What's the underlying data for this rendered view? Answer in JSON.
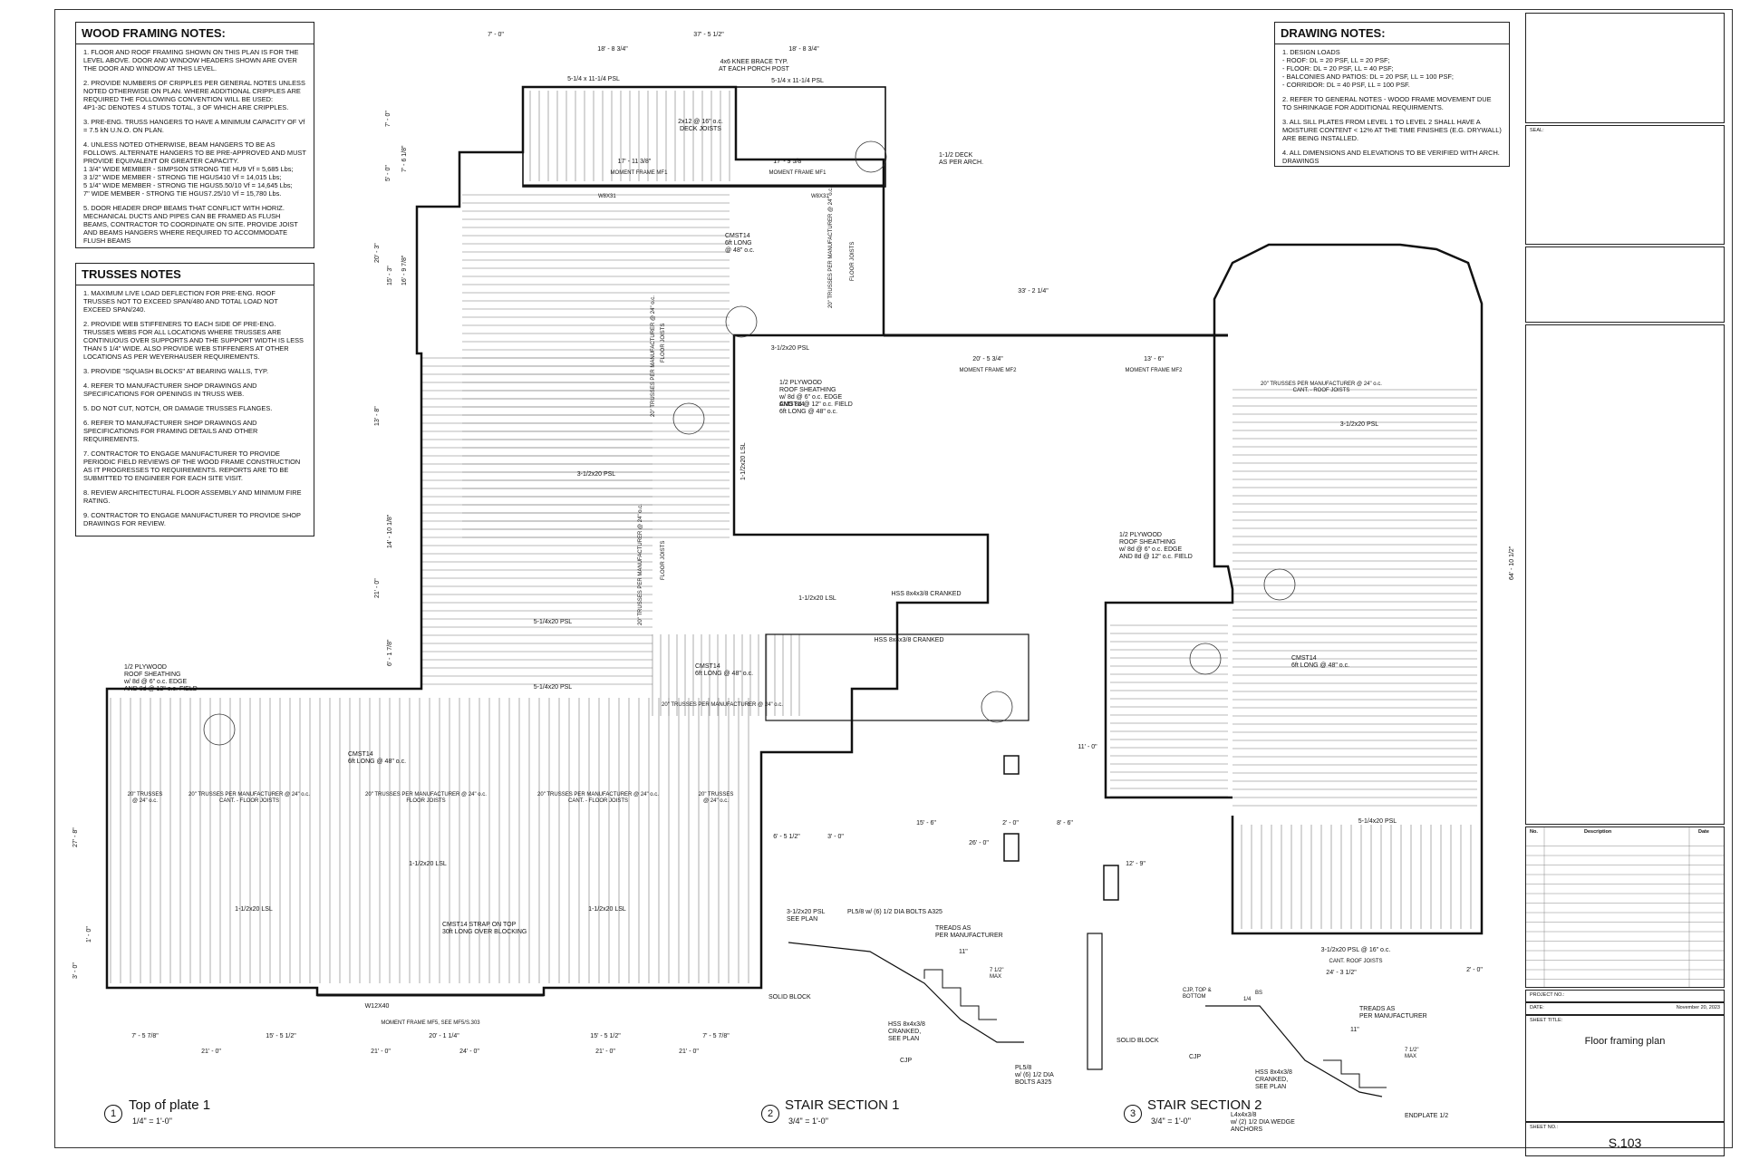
{
  "wood_framing_notes": {
    "title": "WOOD FRAMING NOTES:",
    "items": [
      "1. FLOOR AND ROOF FRAMING SHOWN ON THIS PLAN IS FOR THE LEVEL ABOVE. DOOR AND WINDOW HEADERS SHOWN ARE OVER THE DOOR AND WINDOW AT THIS LEVEL.",
      "2. PROVIDE NUMBERS OF CRIPPLES PER GENERAL NOTES UNLESS NOTED OTHERWISE ON PLAN. WHERE ADDITIONAL CRIPPLES ARE REQUIRED THE FOLLOWING CONVENTION WILL BE USED:\n4P1-3C DENOTES 4 STUDS TOTAL, 3 OF WHICH ARE CRIPPLES.",
      "3. PRE-ENG. TRUSS HANGERS TO HAVE A MINIMUM CAPACITY OF Vf = 7.5 kN U.N.O. ON PLAN.",
      "4. UNLESS NOTED OTHERWISE, BEAM HANGERS TO BE AS FOLLOWS. ALTERNATE HANGERS TO BE PRE-APPROVED AND MUST PROVIDE EQUIVALENT OR GREATER CAPACITY.\n1 3/4\" WIDE MEMBER - SIMPSON STRONG TIE HU9 Vf = 5,685 Lbs;\n3 1/2\" WIDE MEMBER - STRONG TIE HGUS410 Vf = 14,015 Lbs;\n5 1/4\" WIDE MEMBER - STRONG TIE HGUS5.50/10 Vf = 14,645 Lbs;\n7\" WIDE MEMBER - STRONG TIE HGUS7.25/10 Vf = 15,780 Lbs.",
      "5. DOOR HEADER DROP BEAMS THAT CONFLICT WITH HORIZ. MECHANICAL DUCTS AND PIPES CAN BE FRAMED AS FLUSH BEAMS, CONTRACTOR TO COORDINATE ON SITE. PROVIDE JOIST AND BEAMS HANGERS WHERE REQUIRED TO ACCOMMODATE FLUSH BEAMS"
    ]
  },
  "trusses_notes": {
    "title": "TRUSSES NOTES",
    "items": [
      "1. MAXIMUM LIVE LOAD DEFLECTION FOR PRE-ENG. ROOF TRUSSES NOT TO EXCEED SPAN/480 AND TOTAL LOAD NOT EXCEED SPAN/240.",
      "2. PROVIDE WEB STIFFENERS TO EACH SIDE OF PRE-ENG. TRUSSES WEBS FOR ALL LOCATIONS WHERE TRUSSES ARE CONTINUOUS OVER SUPPORTS AND THE SUPPORT WIDTH IS LESS THAN 5 1/4\" WIDE. ALSO PROVIDE WEB STIFFENERS AT OTHER LOCATIONS AS PER WEYERHAUSER REQUIREMENTS.",
      "3. PROVIDE \"SQUASH BLOCKS\" AT BEARING WALLS, TYP.",
      "4. REFER TO MANUFACTURER SHOP DRAWINGS AND SPECIFICATIONS FOR OPENINGS IN TRUSS WEB.",
      "5. DO NOT CUT, NOTCH, OR DAMAGE TRUSSES FLANGES.",
      "6. REFER TO MANUFACTURER SHOP DRAWINGS AND SPECIFICATIONS FOR FRAMING DETAILS AND OTHER REQUIREMENTS.",
      "7. CONTRACTOR TO ENGAGE MANUFACTURER TO PROVIDE PERIODIC FIELD REVIEWS OF THE WOOD FRAME CONSTRUCTION AS IT PROGRESSES TO REQUIREMENTS. REPORTS ARE TO BE SUBMITTED TO ENGINEER FOR EACH SITE VISIT.",
      "8. REVIEW ARCHITECTURAL FLOOR ASSEMBLY AND MINIMUM FIRE RATING.",
      "9. CONTRACTOR TO ENGAGE MANUFACTURER TO PROVIDE SHOP DRAWINGS FOR REVIEW."
    ]
  },
  "drawing_notes": {
    "title": "DRAWING NOTES:",
    "items": [
      "1. DESIGN LOADS\n- ROOF: DL = 20 PSF, LL = 20 PSF;\n- FLOOR: DL = 20 PSF, LL = 40 PSF;\n- BALCONIES AND PATIOS: DL = 20 PSF, LL = 100 PSF;\n- CORRIDOR: DL = 40 PSF, LL = 100 PSF.",
      "2. REFER TO GENERAL NOTES - WOOD FRAME MOVEMENT DUE TO SHRINKAGE FOR ADDITIONAL REQUIRMENTS.",
      "3. ALL SILL PLATES FROM LEVEL 1 TO LEVEL 2 SHALL HAVE A MOISTURE CONTENT < 12% AT THE TIME FINISHES (E.G. DRYWALL) ARE BEING INSTALLED.",
      "4. ALL DIMENSIONS AND ELEVATIONS TO BE VERIFIED WITH ARCH. DRAWINGS"
    ]
  },
  "title_block": {
    "seal_label": "SEAL:",
    "rev_headers": [
      "No.",
      "Description",
      "Date"
    ],
    "project_no_label": "PROJECT NO.:",
    "date_label": "DATE:",
    "date_value": "November 20, 2023",
    "sheet_title_label": "SHEET TITLE:",
    "sheet_title": "Floor framing plan",
    "sheet_no_label": "SHEET NO.:",
    "sheet_no": "S.103"
  },
  "views": [
    {
      "num": "1",
      "title": "Top of plate 1",
      "scale": "1/4\" = 1'-0\""
    },
    {
      "num": "2",
      "title": "STAIR SECTION 1",
      "scale": "3/4\" = 1'-0\""
    },
    {
      "num": "3",
      "title": "STAIR SECTION 2",
      "scale": "3/4\" = 1'-0\""
    }
  ],
  "plan_labels": {
    "top_dims": [
      "7' - 0\"",
      "37' - 5 1/2\"",
      "18' - 8 3/4\"",
      "18' - 8 3/4\""
    ],
    "beam_top1": "5-1/4 x 11-1/4 PSL",
    "beam_top2": "5-1/4 x 11-1/4 PSL",
    "knee_brace": "4x6 KNEE BRACE TYP.\nAT EACH PORCH POST",
    "deck_joists": "2x12 @ 16\" o.c.\nDECK JOISTS",
    "deck_note": "1-1/2 DECK\nAS PER ARCH.",
    "mf1_a": "MOMENT FRAME MF1",
    "mf1_b": "MOMENT FRAME MF1",
    "mf1_dim_a": "17' - 11 3/8\"",
    "mf1_dim_b": "17' - 9 5/8\"",
    "w_beam_a": "W8X31",
    "w_beam_b": "W8X31",
    "cmst_a": "CMST14\n6ft LONG\n@ 48\" o.c.",
    "truss_v1": "20\" TRUSSES PER MANUFACTURER @ 24\" o.c.",
    "floor_joists": "FLOOR JOISTS",
    "psl_3_1_2_a": "3-1/2x20 PSL",
    "plywood_a": "1/2 PLYWOOD\nROOF SHEATHING\nw/ 8d @ 6\" o.c. EDGE\nAND 8d @ 12\" o.c. FIELD",
    "cmst_b": "CMST14\n6ft LONG @ 48\" o.c.",
    "dim_mid_a": "33' - 2 1/4\"",
    "mf2_a": "MOMENT FRAME MF2",
    "mf2_b": "MOMENT FRAME MF2",
    "mf2_dim_a": "20' - 5 3/4\"",
    "mf2_dim_b": "13' - 6\"",
    "lsl_v": "1-1/2x20 LSL",
    "psl_3_1_2_b": "3-1/2x20 PSL",
    "psl_5_1_4_a": "5-1/4x20 PSL",
    "psl_5_1_4_b": "5-1/4x20 PSL",
    "hss_a": "HSS 8x4x3/8 CRANKED",
    "hss_b": "HSS 8x4x3/8 CRANKED",
    "lsl_h": "1-1/2x20 LSL",
    "cmst_c": "CMST14\n6ft LONG @ 48\" o.c.",
    "truss_h_mid": "20\" TRUSSES PER MANUFACTURER @ 24\" o.c.",
    "plywood_b": "1/2 PLYWOOD\nROOF SHEATHING\nw/ 8d @ 6\" o.c. EDGE\nAND 8d @ 12\" o.c. FIELD",
    "plywood_c": "1/2 PLYWOOD\nROOF SHEATHING\nw/ 8d @ 6\" o.c. EDGE\nAND 8d @ 12\" o.c. FIELD",
    "cant_roof": "20\" TRUSSES PER MANUFACTURER @ 24\" o.c.\nCANT. - ROOF JOISTS",
    "psl_right_a": "3-1/2x20 PSL",
    "cmst_d": "CMST14\n6ft LONG @ 48\" o.c.",
    "psl_right_b": "5-1/4x20 PSL",
    "psl_right_c": "3-1/2x20 PSL @ 16\" o.c.",
    "cant_roof_b": "CANT. ROOF JOISTS",
    "right_dim_a": "24' - 3 1/2\"",
    "right_dim_b": "2' - 0\"",
    "right_dim_c": "64' - 10 1/2\"",
    "lower_trusses": [
      "20\" TRUSSES\n@ 24\" o.c.",
      "20\" TRUSSES PER MANUFACTURER @ 24\" o.c.\nCANT. - FLOOR JOISTS",
      "20\" TRUSSES PER MANUFACTURER @ 24\" o.c.\nFLOOR JOISTS",
      "20\" TRUSSES PER MANUFACTURER @ 24\" o.c.\nCANT. - FLOOR JOISTS",
      "20\" TRUSSES\n@ 24\" o.c."
    ],
    "lsl_low_a": "1-1/2x20 LSL",
    "lsl_low_b": "1-1/2x20 LSL",
    "lsl_low_c": "1-1/2x20 LSL",
    "cmst_e": "CMST14 STRAP ON TOP\n30ft LONG OVER BLOCKING",
    "cmst_f": "CMST14\n6ft LONG @ 48\" o.c.",
    "w12": "W12X40",
    "mf5": "MOMENT FRAME MF5, SEE MF5/S.303",
    "bottom_dims": [
      "7' - 5 7/8\"",
      "15' - 5 1/2\"",
      "20' - 1 1/4\"",
      "15' - 5 1/2\"",
      "7' - 5 7/8\""
    ],
    "bottom_dims2": [
      "21' - 0\"",
      "21' - 0\"",
      "24' - 0\"",
      "21' - 0\"",
      "21' - 0\""
    ],
    "mid_dims": [
      "6' - 5 1/2\"",
      "3' - 0\"",
      "15' - 6\"",
      "2' - 0\"",
      "8' - 6\"",
      "26' - 0\"",
      "12' - 9\"",
      "11' - 0\""
    ],
    "left_dims": [
      "7' - 0\"",
      "5' - 0\"",
      "7' - 6 1/8\"",
      "20' - 3\"",
      "15' - 3\"",
      "16' - 9 7/8\"",
      "13' - 8\"",
      "14' - 10 1/8\"",
      "21' - 0\"",
      "6' - 1 7/8\"",
      "27' - 8\"",
      "1' - 0\"",
      "3' - 0\""
    ]
  },
  "stair1_labels": {
    "psl": "3-1/2x20 PSL\nSEE PLAN",
    "pl": "PL5/8 w/ (6) 1/2 DIA BOLTS A325",
    "treads": "TREADS AS\nPER MANUFACTURER",
    "solid_a": "SOLID BLOCK",
    "solid_b": "SOLID BLOCK",
    "hss": "HSS 8x4x3/8\nCRANKED,\nSEE PLAN",
    "cjp": "CJP",
    "pl_b": "PL5/8\nw/ (6) 1/2 DIA\nBOLTS A325",
    "dim_11": "11\"",
    "dim_72": "7 1/2\"\nMAX"
  },
  "stair2_labels": {
    "cjp_top": "CJP, TOP &\nBOTTOM",
    "bs": "BS",
    "frac": "1/4",
    "treads": "TREADS AS\nPER MANUFACTURER",
    "dim_11": "11\"",
    "dim_72": "7 1/2\"\nMAX",
    "cjp": "CJP",
    "hss": "HSS 8x4x3/8\nCRANKED,\nSEE PLAN",
    "angle": "L4x4x3/8\nw/ (2) 1/2 DIA WEDGE\nANCHORS",
    "endplate": "ENDPLATE 1/2"
  }
}
